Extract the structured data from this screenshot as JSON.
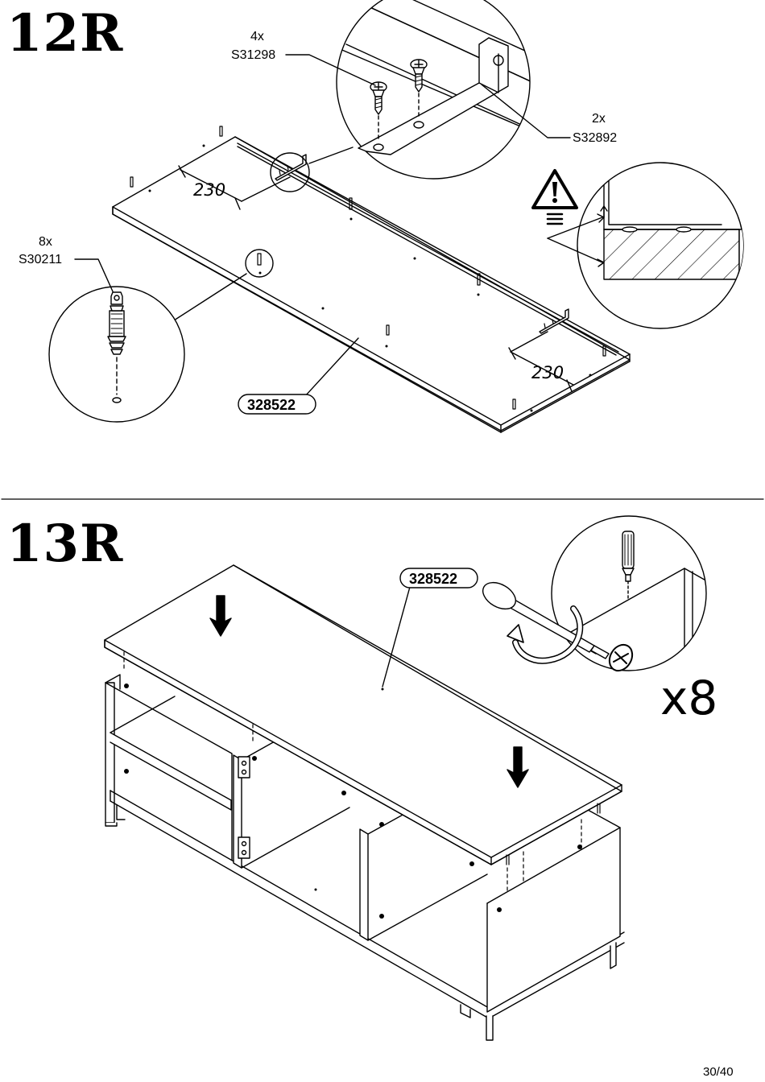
{
  "step_12": {
    "label": "12R",
    "screw_qty": "4x",
    "screw_code": "S31298",
    "bracket_qty": "2x",
    "bracket_code": "S32892",
    "dowel_qty": "8x",
    "dowel_code": "S30211",
    "dim_left": "230",
    "dim_right": "230",
    "panel_code": "328522"
  },
  "step_13": {
    "label": "13R",
    "panel_code": "328522",
    "repeat": "x8"
  },
  "page_number": "30/40",
  "icons": [
    "warning-icon",
    "down-arrow-icon",
    "screwdriver-icon",
    "rotation-arrow-icon",
    "cam-lock-icon",
    "screw-icon",
    "dowel-icon"
  ]
}
